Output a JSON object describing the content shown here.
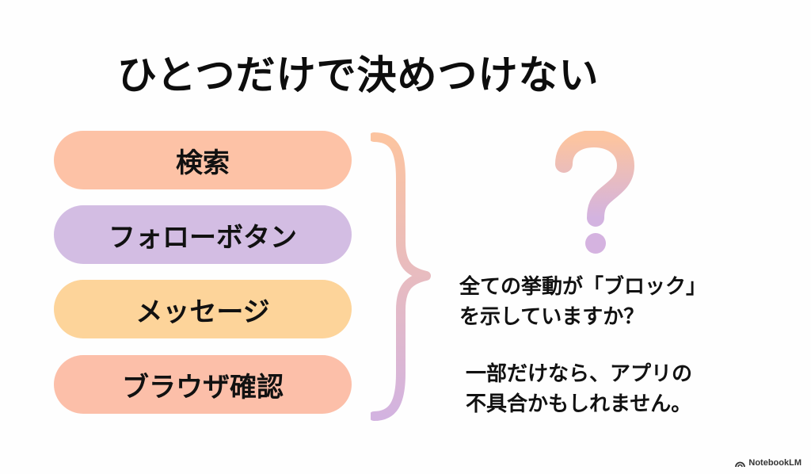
{
  "slide": {
    "title": "ひとつだけで決めつけない",
    "items": [
      {
        "label": "検索",
        "color": "#fdc2a6"
      },
      {
        "label": "フォローボタン",
        "color": "#d3bde3"
      },
      {
        "label": "メッセージ",
        "color": "#fdd49a"
      },
      {
        "label": "ブラウザ確認",
        "color": "#fcbfa9"
      }
    ],
    "question_icon": "question-mark-icon",
    "question_lines": [
      "全ての挙動が「ブロック」",
      "を示していますか？"
    ],
    "note_lines": [
      "一部だけなら、アプリの",
      "不具合かもしれません。"
    ],
    "gradient": {
      "start": "#fcc4a0",
      "end": "#d3b3e0"
    }
  },
  "brand": {
    "label": "NotebookLM",
    "icon": "notebooklm-logo-icon"
  }
}
